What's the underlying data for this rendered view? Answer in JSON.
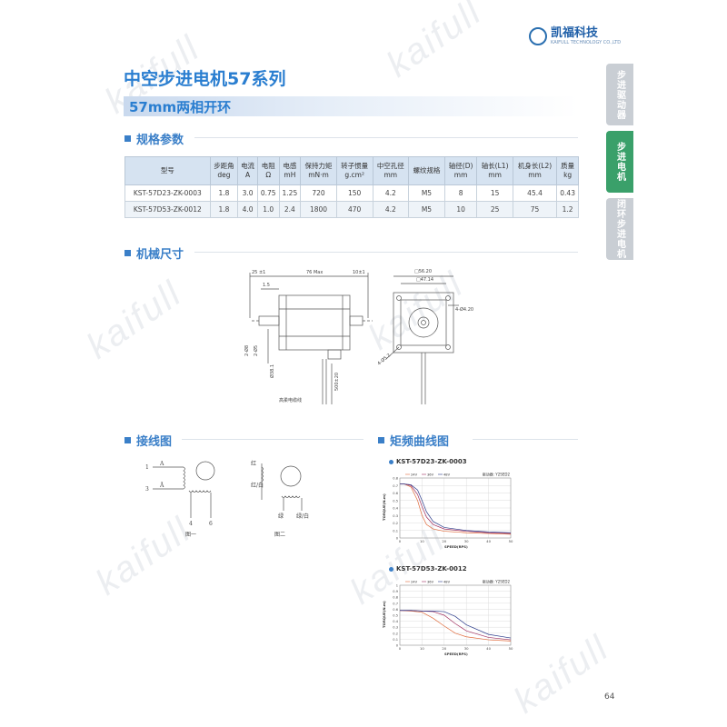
{
  "brand": {
    "name": "凯福科技",
    "tagline": "KAIFULL TECHNOLOGY CO.,LTD"
  },
  "watermark": "kaifull",
  "title": "中空步进电机57系列",
  "subtitle": "57mm两相开环",
  "sections": {
    "spec": "规格参数",
    "mech": "机械尺寸",
    "wiring": "接线图",
    "torque": "矩频曲线图"
  },
  "spec_table": {
    "headers": [
      [
        "型号",
        ""
      ],
      [
        "步距角",
        "deg"
      ],
      [
        "电流",
        "A"
      ],
      [
        "电阻",
        "Ω"
      ],
      [
        "电感",
        "mH"
      ],
      [
        "保持力矩",
        "mN·m"
      ],
      [
        "转子惯量",
        "g.cm²"
      ],
      [
        "中空孔径",
        "mm"
      ],
      [
        "螺纹规格",
        ""
      ],
      [
        "轴径(D)",
        "mm"
      ],
      [
        "轴长(L1)",
        "mm"
      ],
      [
        "机身长(L2)",
        "mm"
      ],
      [
        "质量",
        "kg"
      ]
    ],
    "rows": [
      [
        "KST-57D23-ZK-0003",
        "1.8",
        "3.0",
        "0.75",
        "1.25",
        "720",
        "150",
        "4.2",
        "M5",
        "8",
        "15",
        "45.4",
        "0.43"
      ],
      [
        "KST-57D53-ZK-0012",
        "1.8",
        "4.0",
        "1.0",
        "2.4",
        "1800",
        "470",
        "4.2",
        "M5",
        "10",
        "25",
        "75",
        "1.2"
      ]
    ]
  },
  "side_tabs": [
    {
      "label": "步进驱动器",
      "color": "#c9ced4"
    },
    {
      "label": "步进电机",
      "color": "#3aa06a"
    },
    {
      "label": "闭环步进电机",
      "color": "#c9ced4"
    }
  ],
  "mech_drawing": {
    "dims": [
      "25 ±1",
      "1.5",
      "76 Max",
      "10±1",
      "2-Ø8",
      "2-Ø5",
      "Ø38.1",
      "500±20",
      "□56.20",
      "□47.14",
      "4-Ø4.20",
      "4-Ø5.2"
    ],
    "cable_note": "高柔电缆线"
  },
  "wiring": {
    "diagram1": {
      "caption": "图一",
      "pins": [
        "1",
        "3",
        "4",
        "6"
      ],
      "coil_labels": [
        "A",
        "Ā"
      ]
    },
    "diagram2": {
      "caption": "图二",
      "labels": [
        "红",
        "红/白",
        "绿",
        "绿/白"
      ]
    }
  },
  "page_number": "64",
  "chart_data": [
    {
      "type": "line",
      "title": "KST-57D23-ZK-0003",
      "driver_label": "驱动器: Y2SED2",
      "voltages": [
        "24V",
        "36V",
        "48V"
      ],
      "xlabel": "SPEED(RPS)",
      "ylabel": "TORQUE(N.m)",
      "xlim": [
        0,
        50
      ],
      "ylim": [
        0,
        0.8
      ],
      "xticks": [
        0,
        10,
        20,
        30,
        40,
        50
      ],
      "yticks": [
        0,
        0.1,
        0.2,
        0.3,
        0.4,
        0.5,
        0.6,
        0.7,
        0.8
      ],
      "colors": [
        "#e06a3a",
        "#a03060",
        "#2a3a8a"
      ],
      "series": [
        {
          "x": [
            0,
            2,
            5,
            8,
            10,
            12,
            15,
            20,
            30,
            40,
            50
          ],
          "y": [
            0.72,
            0.72,
            0.68,
            0.5,
            0.3,
            0.18,
            0.12,
            0.09,
            0.07,
            0.06,
            0.05
          ]
        },
        {
          "x": [
            0,
            2,
            5,
            8,
            10,
            12,
            15,
            20,
            30,
            40,
            50
          ],
          "y": [
            0.72,
            0.72,
            0.7,
            0.58,
            0.42,
            0.28,
            0.18,
            0.12,
            0.09,
            0.07,
            0.06
          ]
        },
        {
          "x": [
            0,
            2,
            5,
            8,
            10,
            12,
            15,
            20,
            30,
            40,
            50
          ],
          "y": [
            0.72,
            0.72,
            0.71,
            0.64,
            0.5,
            0.35,
            0.22,
            0.14,
            0.1,
            0.08,
            0.07
          ]
        }
      ]
    },
    {
      "type": "line",
      "title": "KST-57D53-ZK-0012",
      "driver_label": "驱动器: Y2SED2",
      "voltages": [
        "24V",
        "36V",
        "48V"
      ],
      "xlabel": "SPEED(RPS)",
      "ylabel": "TORQUE(N.m)",
      "xlim": [
        0,
        50
      ],
      "ylim": [
        0,
        1.0
      ],
      "xticks": [
        0,
        10,
        20,
        30,
        40,
        50
      ],
      "yticks": [
        0,
        0.1,
        0.2,
        0.3,
        0.4,
        0.5,
        0.6,
        0.7,
        0.8,
        0.9,
        1.0
      ],
      "colors": [
        "#e06a3a",
        "#a03060",
        "#2a3a8a"
      ],
      "series": [
        {
          "x": [
            0,
            5,
            10,
            15,
            20,
            25,
            30,
            40,
            50
          ],
          "y": [
            0.58,
            0.57,
            0.55,
            0.45,
            0.32,
            0.2,
            0.14,
            0.09,
            0.07
          ]
        },
        {
          "x": [
            0,
            5,
            10,
            15,
            20,
            25,
            30,
            40,
            50
          ],
          "y": [
            0.58,
            0.58,
            0.57,
            0.56,
            0.5,
            0.36,
            0.24,
            0.13,
            0.09
          ]
        },
        {
          "x": [
            0,
            5,
            10,
            15,
            20,
            25,
            30,
            40,
            50
          ],
          "y": [
            0.58,
            0.58,
            0.57,
            0.57,
            0.56,
            0.48,
            0.34,
            0.18,
            0.12
          ]
        }
      ]
    }
  ]
}
